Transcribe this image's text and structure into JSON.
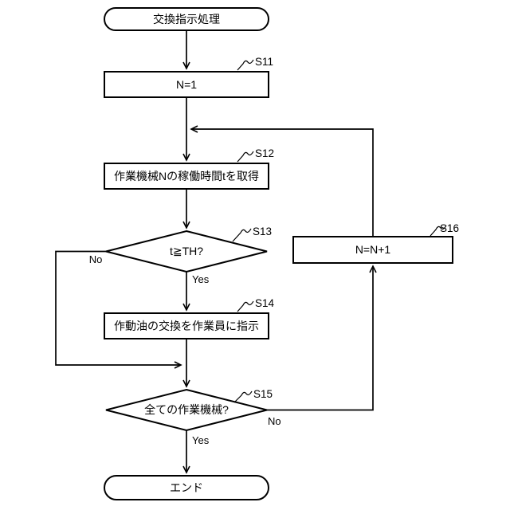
{
  "diagram": {
    "type": "flowchart",
    "title": "交換指示処理",
    "colors": {
      "line": "#000000",
      "background": "#ffffff",
      "text": "#000000"
    },
    "nodes": {
      "start": {
        "kind": "terminator",
        "label": "交換指示処理"
      },
      "s11": {
        "kind": "process",
        "ref": "S11",
        "label": "N=1"
      },
      "s12": {
        "kind": "process",
        "ref": "S12",
        "label": "作業機械Nの稼働時間tを取得"
      },
      "s13": {
        "kind": "decision",
        "ref": "S13",
        "label": "t≧TH?",
        "no": "No",
        "yes": "Yes"
      },
      "s14": {
        "kind": "process",
        "ref": "S14",
        "label": "作動油の交換を作業員に指示"
      },
      "s15": {
        "kind": "decision",
        "ref": "S15",
        "label": "全ての作業機械?",
        "no": "No",
        "yes": "Yes"
      },
      "s16": {
        "kind": "process",
        "ref": "S16",
        "label": "N=N+1"
      },
      "end": {
        "kind": "terminator",
        "label": "エンド"
      }
    },
    "edges": [
      "start -> s11",
      "s11 -> s12",
      "s12 -> s13",
      "s13 -no-> merge-before-s15",
      "s13 -yes-> s14",
      "s14 -> s15",
      "s15 -no-> s16",
      "s15 -yes-> end",
      "s16 -> merge-before-s12"
    ]
  }
}
